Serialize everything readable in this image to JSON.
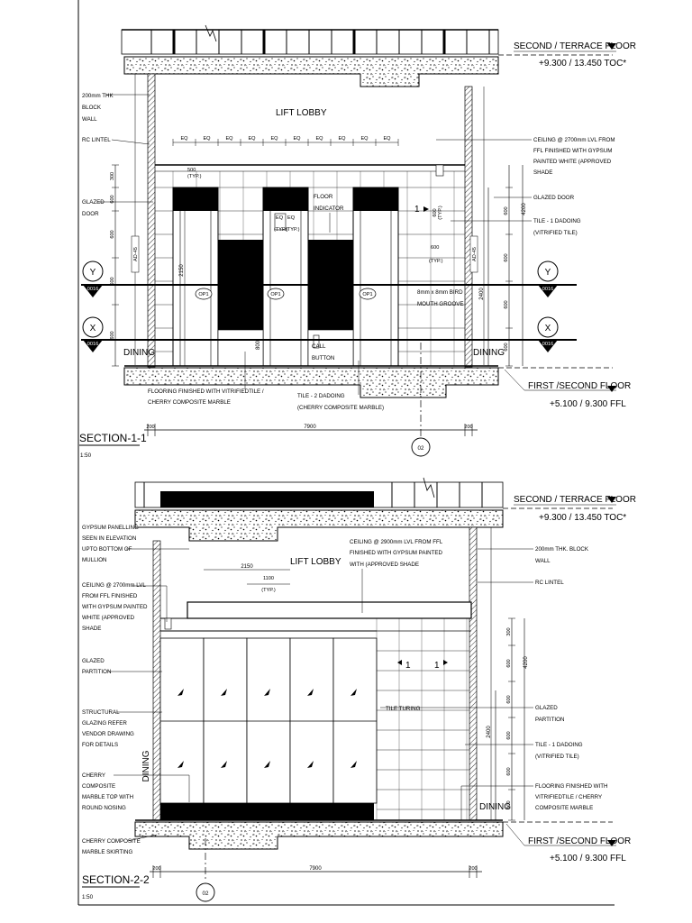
{
  "section1": {
    "title": "SECTION-1-1",
    "scale": "1:50",
    "room": "LIFT LOBBY",
    "top_level": {
      "name": "SECOND  / TERRACE FLOOR",
      "value": "+9.300  / 13.450 TOC*"
    },
    "bottom_level": {
      "name": "FIRST /SECOND FLOOR",
      "value": "+5.100 / 9.300 FFL"
    },
    "left_notes": [
      "200mm THK",
      "BLOCK",
      "WALL",
      "RC LINTEL",
      "GLAZED",
      "DOOR"
    ],
    "right_notes": [
      "CEILING @ 2700mm LVL FROM",
      "FFL FINISHED WITH GYPSUM",
      "PAINTED WHITE (APPROVED",
      "SHADE",
      "GLAZED DOOR",
      "TILE - 1 DADOING",
      "(VITRIFIED TILE)"
    ],
    "inner_notes": [
      "FLOOR",
      "INDICATOR",
      "8mm x 8mm BIRD",
      "MOUTH GROOVE",
      "CALL",
      "BUTTON"
    ],
    "bottom_notes": [
      "FLOORING FINISHED WITH VITRIFIEDTILE /",
      "CHERRY COMPOSITE MARBLE",
      "TILE - 2 DADOING",
      "(CHERRY COMPOSITE MARBLE)"
    ],
    "eq": "EQ",
    "dims_left": [
      "300",
      "600",
      "600",
      "600",
      "600"
    ],
    "dims_right": [
      "600",
      "600",
      "600",
      "600"
    ],
    "dim_4200": "4200",
    "dim_2400": "2400",
    "dim_2150": "2150",
    "dim_800": "800",
    "dim_600typ": "600",
    "typ": "(TYP.)",
    "dim_500": "500",
    "dim_eq_typ": "EQ",
    "dim_total": "7900",
    "dim_200": "200",
    "dining_left": "DINING",
    "dining_right": "DINING",
    "op_tag": "OP1",
    "grid_y": "Y",
    "grid_x": "X",
    "sheet_ref": "0016",
    "section_tag": "1",
    "alt_label": "AD-45",
    "grid_bubble": "02"
  },
  "section2": {
    "title": "SECTION-2-2",
    "scale": "1:50",
    "room": "LIFT LOBBY",
    "top_level": {
      "name": "SECOND  / TERRACE FLOOR",
      "value": "+9.300  / 13.450 TOC*"
    },
    "bottom_level": {
      "name": "FIRST /SECOND FLOOR",
      "value": "+5.100 / 9.300 FFL"
    },
    "left_notes": [
      "GYPSUM PANELLING",
      "SEEN IN ELEVATION",
      "UPTO BOTTOM OF",
      "MULLION",
      "CEILING @ 2700mm LVL",
      "FROM FFL FINISHED",
      "WITH GYPSUM PAINTED",
      "WHITE (APPROVED",
      "SHADE",
      "GLAZED",
      "PARTITION",
      "STRUCTURAL",
      "GLAZING  REFER",
      "VENDOR DRAWING",
      "FOR DETAILS",
      "CHERRY",
      "COMPOSITE",
      "MARBLE  TOP WITH",
      "ROUND NOSING",
      "CHERRY COMPOSITE",
      "MARBLE SKIRTING"
    ],
    "right_notes": [
      "200mm THK. BLOCK",
      "WALL",
      "RC LINTEL",
      "GLAZED",
      "PARTITION",
      "TILE - 1 DADOING",
      "(VITRIFIED TILE)",
      "FLOORING FINISHED WITH",
      "VITRIFIEDTILE / CHERRY",
      "COMPOSITE MARBLE"
    ],
    "ceiling_note": [
      "CEILING @ 2900mm LVL FROM FFL",
      "FINISHED WITH  GYPSUM PAINTED",
      "WITH (APPROVED SHADE"
    ],
    "tile_turning": "TILE TURING",
    "dim_2150": "2150",
    "dim_1100": "1100",
    "typ": "(TYP.)",
    "dims_right": [
      "300",
      "600",
      "600",
      "600",
      "600",
      "600"
    ],
    "dim_4200": "4200",
    "dim_2400": "2400",
    "dim_total": "7900",
    "dim_200": "200",
    "dining_left": "DINING",
    "dining_right": "DINING",
    "section_tag": "1",
    "grid_bubble": "02"
  }
}
